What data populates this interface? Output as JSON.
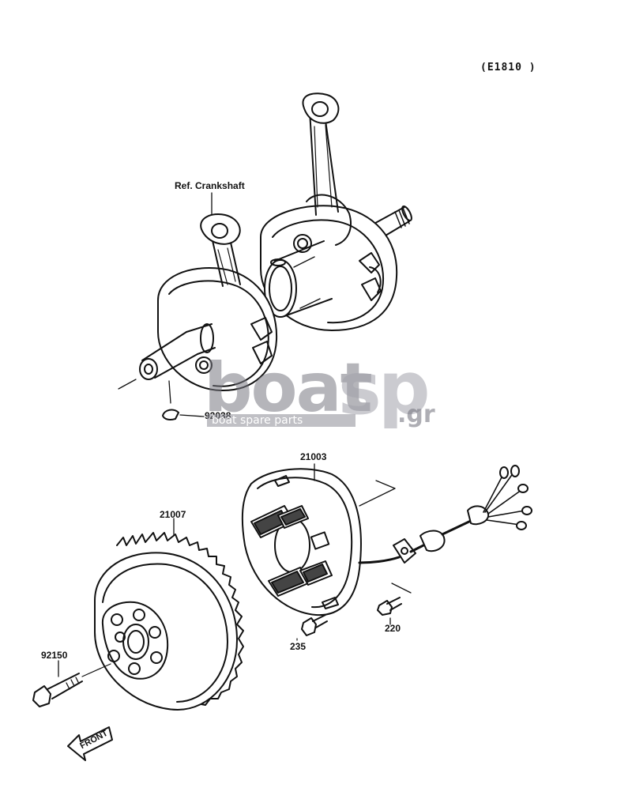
{
  "header": {
    "figure_code": "(E1810 )"
  },
  "labels": {
    "ref_crankshaft": "Ref. Crankshaft",
    "part_92038": "92038",
    "part_21003": "21003",
    "part_21007": "21007",
    "part_92150": "92150",
    "part_235": "235",
    "part_220": "220"
  },
  "watermark": {
    "brand": "boat",
    "brand_highlight": "sp",
    "tld": ".gr",
    "tagline": "boat spare parts"
  },
  "direction": {
    "front": "FRONT"
  },
  "colors": {
    "ink": "#111111",
    "watermark": "#8c8c96",
    "background": "#ffffff"
  }
}
